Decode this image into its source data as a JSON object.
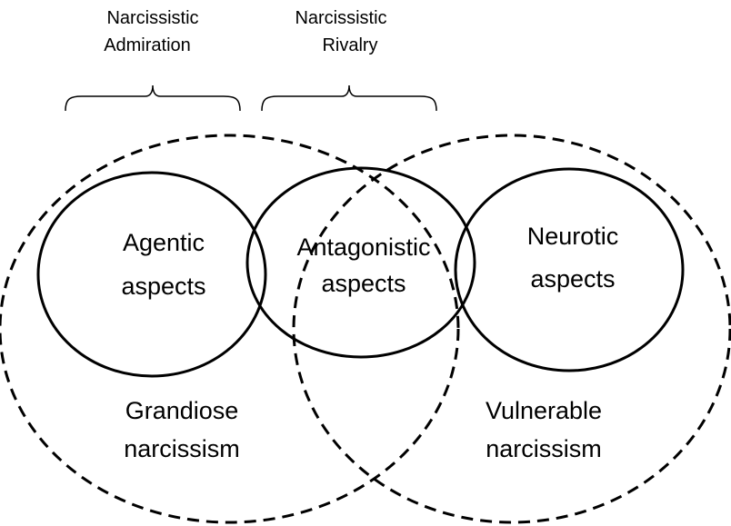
{
  "top_labels": {
    "admiration": [
      "Narcissistic",
      "Admiration"
    ],
    "rivalry": [
      "Narcissistic",
      "Rivalry"
    ]
  },
  "facets": {
    "agentic": [
      "Agentic",
      "aspects"
    ],
    "antagonistic": [
      "Antagonistic",
      "aspects"
    ],
    "neurotic": [
      "Neurotic",
      "aspects"
    ]
  },
  "domains": {
    "grandiose": [
      "Grandiose",
      "narcissism"
    ],
    "vulnerable": [
      "Vulnerable",
      "narcissism"
    ]
  }
}
